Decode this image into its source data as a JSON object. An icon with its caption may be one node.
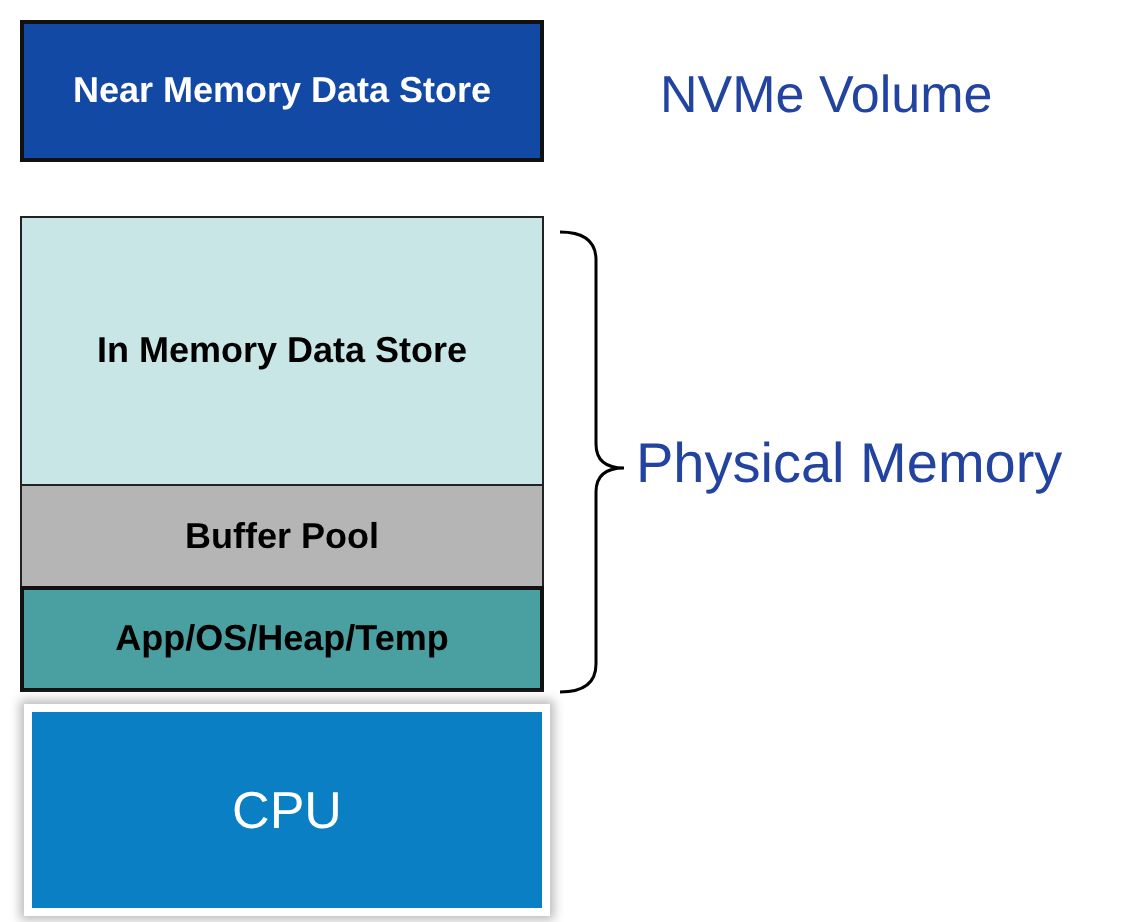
{
  "diagram": {
    "nodes": [
      {
        "text": [
          "Near Memory Data Store"
        ],
        "beside": [
          "NVMe Volume"
        ]
      },
      {
        "text": [
          "In Memory Data Store"
        ]
      },
      {
        "text": [
          "Buffer Pool"
        ]
      },
      {
        "text": [
          "App/OS/Heap/Temp"
        ]
      },
      {
        "text": [
          "CPU"
        ]
      }
    ],
    "edges": [],
    "labels": [
      "Physical Memory"
    ]
  }
}
